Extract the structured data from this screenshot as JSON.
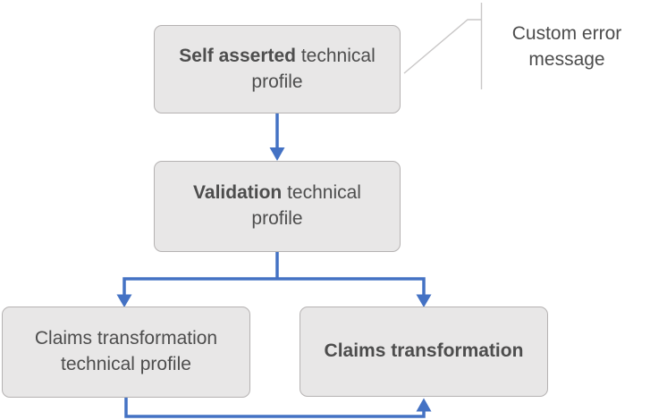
{
  "colors": {
    "arrow": "#4472c4",
    "box-fill": "#e8e7e7",
    "box-border": "#b5b2b2",
    "text": "#4d4d4d",
    "callout-line": "#c9c7c7"
  },
  "nodes": {
    "self_asserted": {
      "bold": "Self asserted",
      "regular": " technical profile"
    },
    "validation": {
      "bold": "Validation",
      "regular": " technical profile"
    },
    "claims_transformation_tp": {
      "regular": "Claims transformation technical profile"
    },
    "claims_transformation": {
      "bold": "Claims transformation"
    }
  },
  "callout": {
    "label": "Custom error message"
  }
}
